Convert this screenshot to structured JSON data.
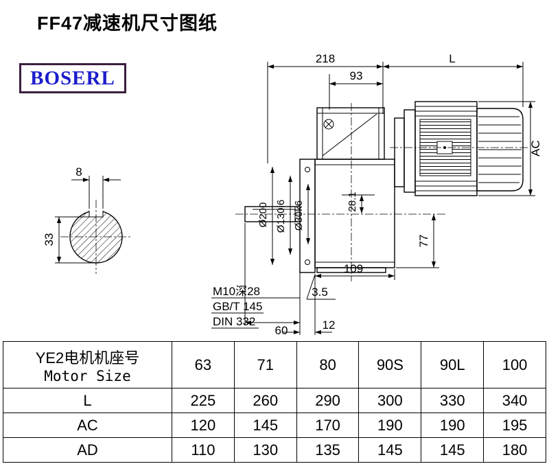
{
  "page": {
    "title": "FF47减速机尺寸图纸"
  },
  "logo": {
    "text": "BOSERL",
    "border_color": "#3a1f3e",
    "text_color": "#1c1ccd"
  },
  "drawing": {
    "dims": {
      "top_width": "218",
      "motor_length": "L",
      "top_inner": "93",
      "motor_height": "AC",
      "key_width": "8",
      "section_height": "33",
      "flange_dia": "Ø200",
      "spigot_dia": "Ø130i6",
      "shaft_dia": "Ø30k6",
      "key_depth": "28.1",
      "center_to_bottom": "77",
      "body_width": "109",
      "gap": "3.5",
      "shaft_length": "60",
      "flange_thickness": "12"
    },
    "notes": [
      "M10深28",
      "GB/T 145",
      "DIN 332"
    ]
  },
  "table": {
    "header": {
      "line1": "YE2电机机座号",
      "line2": "Motor Size",
      "sizes": [
        "63",
        "71",
        "80",
        "90S",
        "90L",
        "100"
      ]
    },
    "rows": [
      {
        "label": "L",
        "values": [
          "225",
          "260",
          "290",
          "300",
          "330",
          "340"
        ]
      },
      {
        "label": "AC",
        "values": [
          "120",
          "145",
          "170",
          "190",
          "190",
          "195"
        ]
      },
      {
        "label": "AD",
        "values": [
          "110",
          "130",
          "135",
          "145",
          "145",
          "180"
        ]
      }
    ]
  }
}
